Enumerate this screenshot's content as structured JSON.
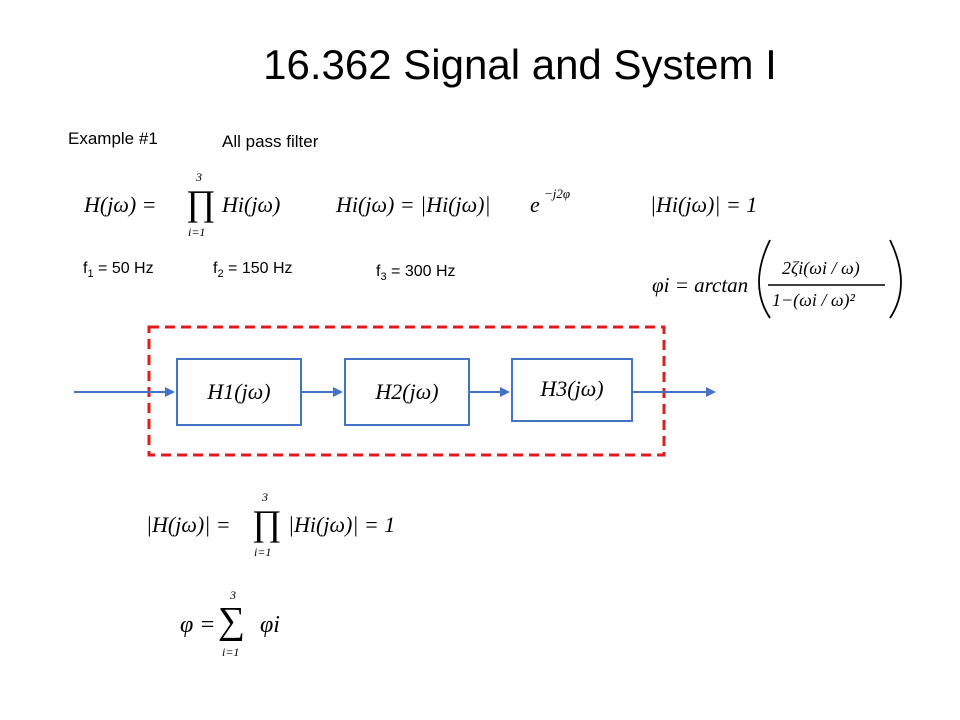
{
  "slide": {
    "title": "16.362 Signal and System I",
    "example_label": "Example #1",
    "filter_type": "All pass filter"
  },
  "equations": {
    "eq1": {
      "lhs": "H(jω) =",
      "op": "∏",
      "upper": "3",
      "lower": "i=1",
      "rhs": "Hi(jω)"
    },
    "eq2": {
      "lhs": "Hi(jω) = |Hi(jω)|",
      "exp_base": "e",
      "exp": "−j2φ"
    },
    "eq3": {
      "text": "|Hi(jω)| = 1"
    },
    "eq4": {
      "lhs": "φi = arctan",
      "numerator": "2ζi(ωi / ω)",
      "denominator": "1−(ωi / ω)²"
    },
    "eq5": {
      "lhs": "|H(jω)| =",
      "op": "∏",
      "upper": "3",
      "lower": "i=1",
      "rhs": "|Hi(jω)| = 1"
    },
    "eq6": {
      "lhs": "φ =",
      "op": "∑",
      "upper": "3",
      "lower": "i=1",
      "rhs": "φi"
    }
  },
  "frequencies": [
    {
      "name": "f",
      "sub": "1",
      "value": " = 50 Hz"
    },
    {
      "name": "f",
      "sub": "2",
      "value": " = 150 Hz"
    },
    {
      "name": "f",
      "sub": "3",
      "value": " = 300 Hz"
    }
  ],
  "diagram": {
    "blocks": [
      {
        "label": "H1(jω)"
      },
      {
        "label": "H2(jω)"
      },
      {
        "label": "H3(jω)"
      }
    ],
    "colors": {
      "arrow": "#4472c4",
      "dashed_frame": "#e01b1b",
      "block_border": "#4472c4"
    }
  }
}
